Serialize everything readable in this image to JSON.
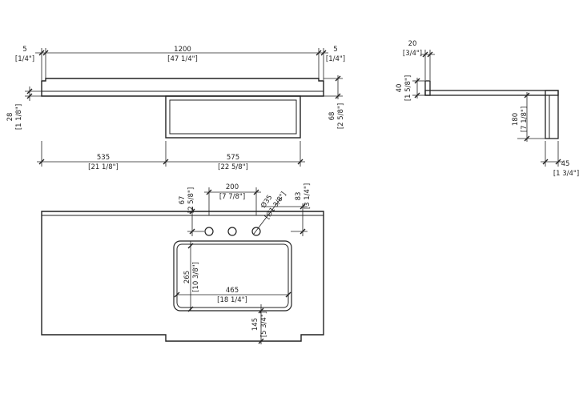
{
  "dims": {
    "front_left_overhang_mm": "5",
    "front_left_overhang_in": "[1/4\"]",
    "front_width_mm": "1200",
    "front_width_in": "[47 1/4\"]",
    "front_right_overhang_mm": "5",
    "front_right_overhang_in": "[1/4\"]",
    "top_thickness_mm": "28",
    "top_thickness_in": "[1 1/8\"]",
    "apron_height_mm": "68",
    "apron_height_in": "[2 5/8\"]",
    "left_section_mm": "535",
    "left_section_in": "[21 1/8\"]",
    "right_section_mm": "575",
    "right_section_in": "[22 5/8\"]",
    "side_thickness_mm": "20",
    "side_thickness_in": "[3/4\"]",
    "side_backsplash_mm": "40",
    "side_backsplash_in": "[1 5/8\"]",
    "side_leg_height_mm": "180",
    "side_leg_height_in": "[7 1/8\"]",
    "side_leg_width_mm": "45",
    "side_leg_width_in": "[1 3/4\"]",
    "hole_offset_mm": "67",
    "hole_offset_in": "[2 5/8\"]",
    "faucet_spread_mm": "200",
    "faucet_spread_in": "[7 7/8\"]",
    "hole_diameter_mm": "Ø35",
    "hole_diameter_in": "[Ø1 3/8\"]",
    "right_hole_offset_mm": "83",
    "right_hole_offset_in": "[3 1/4\"]",
    "basin_depth_mm": "265",
    "basin_depth_in": "[10 3/8\"]",
    "basin_width_mm": "465",
    "basin_width_in": "[18 1/4\"]",
    "front_edge_mm": "145",
    "front_edge_in": "[5 3/4\"]"
  }
}
